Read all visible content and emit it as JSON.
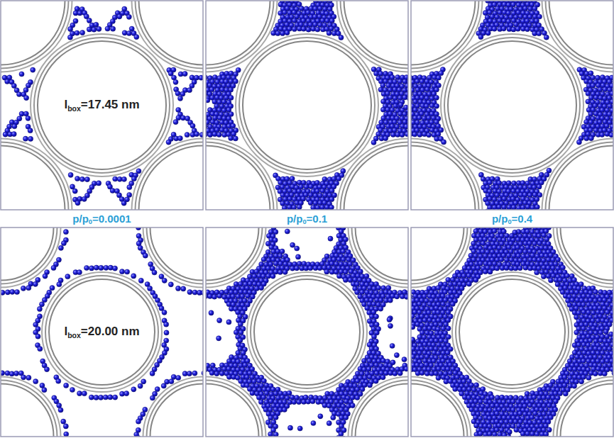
{
  "diagram": {
    "labels": [
      "l",
      "box",
      "=17.45 nm",
      "p/p",
      "0",
      "=0.0001",
      "p/p",
      "0",
      "=0.1",
      "p/p",
      "0",
      "=0.4",
      "l",
      "box",
      "=20.00 nm"
    ]
  }
}
